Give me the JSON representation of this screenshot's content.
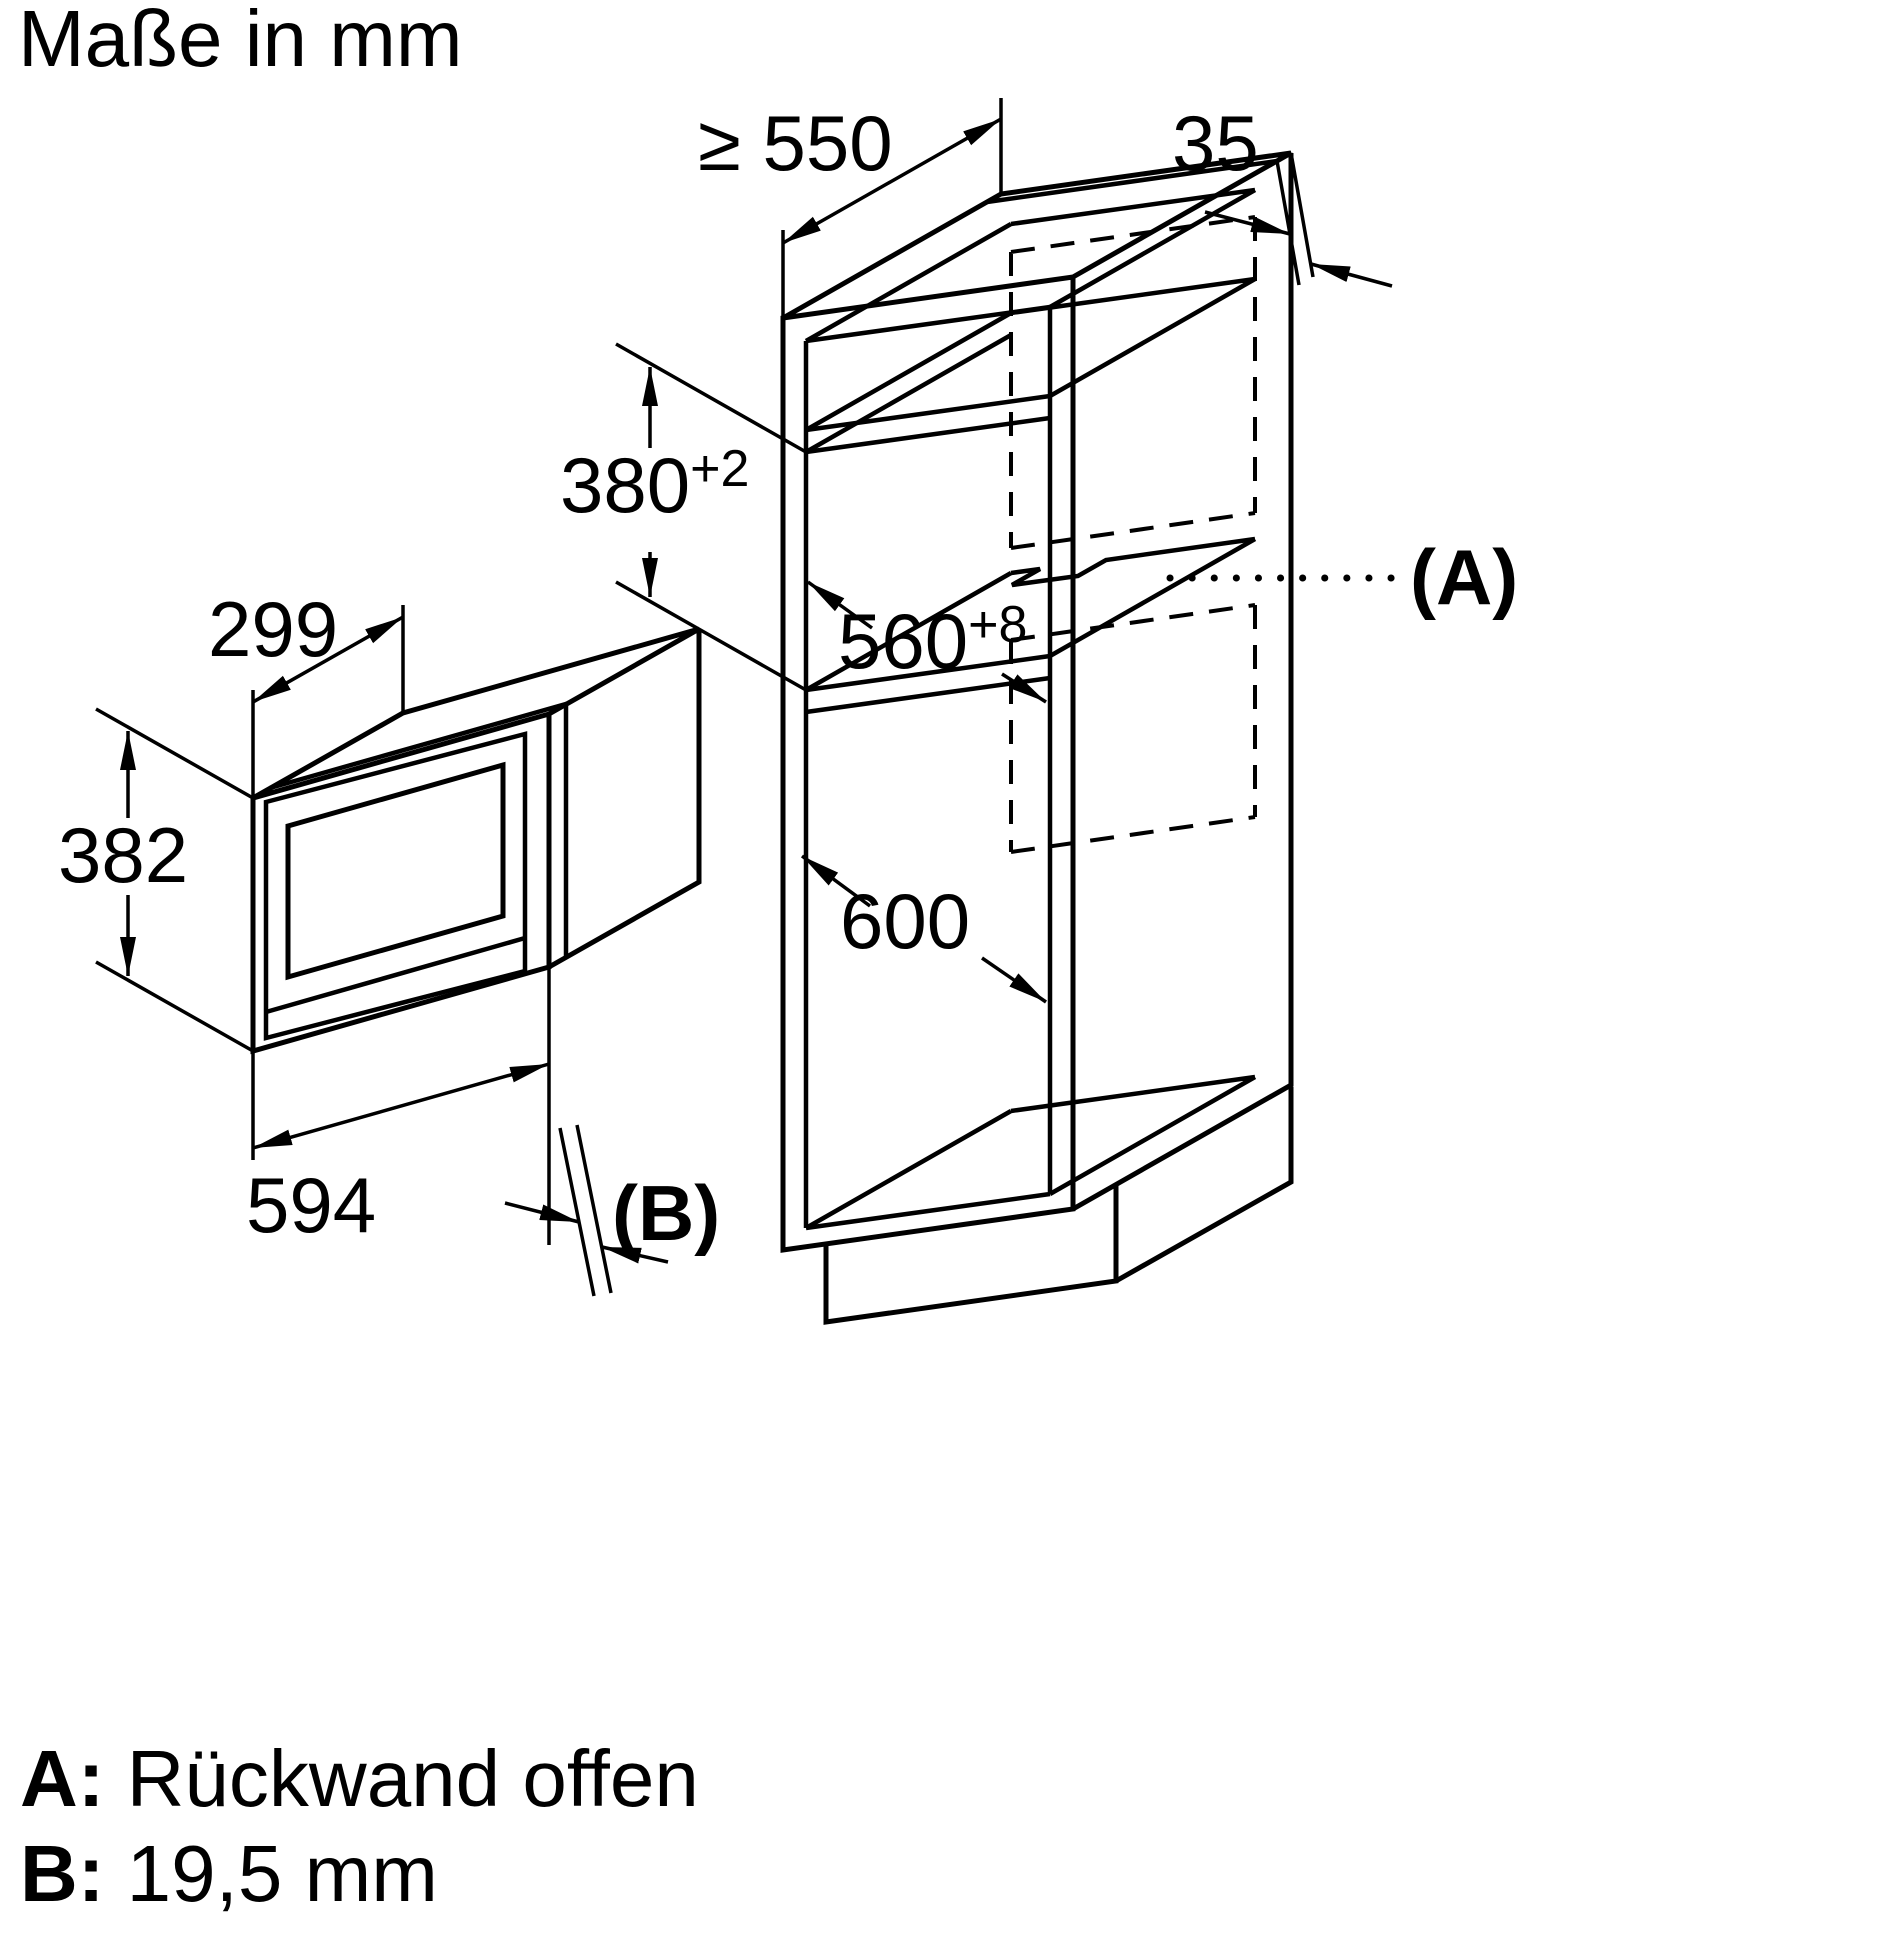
{
  "title": "Maße in mm",
  "cabinet": {
    "depth_min_label": "≥ 550",
    "top_clearance_label": "35",
    "niche_height_value": "380",
    "niche_height_tolerance": "+2",
    "niche_width_value": "560",
    "niche_width_tolerance": "+8",
    "lower_compartment_label": "600",
    "callout_a": "(A)"
  },
  "microwave": {
    "depth_label": "299",
    "height_label": "382",
    "width_label": "594",
    "callout_b": "(B)"
  },
  "legend": {
    "a_key": "A:",
    "a_text": " Rückwand offen",
    "b_key": "B:",
    "b_text": " 19,5 mm"
  }
}
